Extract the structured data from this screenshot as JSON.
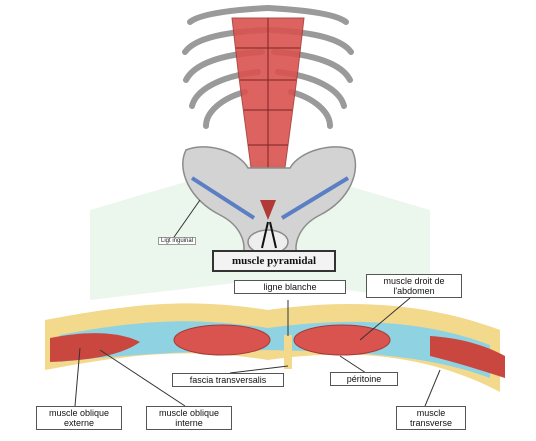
{
  "labels": {
    "ligt_inguinal": "Ligt inguinal",
    "muscle_pyramidal": "muscle pyramidal",
    "ligne_blanche": "ligne blanche",
    "muscle_droit": "muscle droit de l'abdomen",
    "fascia_transversalis": "fascia transversalis",
    "peritoine": "péritoine",
    "oblique_externe": "muscle oblique externe",
    "oblique_interne": "muscle oblique interne",
    "transverse": "muscle transverse"
  },
  "colors": {
    "bone": "#c9c9c9",
    "muscle_red": "#d9534f",
    "muscle_dark": "#b23a36",
    "fat_yellow": "#f3d98c",
    "fascia_blue": "#8fd3e3",
    "ligament_blue": "#5b7fc4",
    "watermark_green": "#e3f2e6"
  }
}
